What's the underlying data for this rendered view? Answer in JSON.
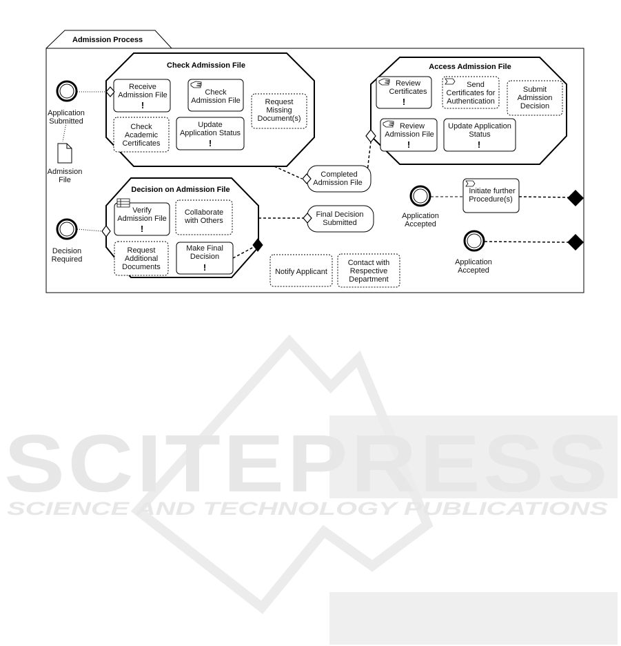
{
  "process": {
    "title": "Admission Process"
  },
  "groups": {
    "check": {
      "title": "Check Admission File"
    },
    "access": {
      "title": "Access Admission File"
    },
    "decision": {
      "title": "Decision on Admission File"
    }
  },
  "activities": {
    "receive": [
      "Receive",
      "Admission File"
    ],
    "check_file": [
      "Check",
      "Admission File"
    ],
    "request_missing": [
      "Request",
      "Missing",
      "Document(s)"
    ],
    "check_academic": [
      "Check",
      "Academic",
      "Certificates"
    ],
    "update_status_1": [
      "Update",
      "Application Status"
    ],
    "review_certs": [
      "Review",
      "Certificates"
    ],
    "send_certs": [
      "Send",
      "Certificates for",
      "Authentication"
    ],
    "submit_decision": [
      "Submit",
      "Admission",
      "Decision"
    ],
    "review_file": [
      "Review",
      "Admission File"
    ],
    "update_status_2": [
      "Update Application",
      "Status"
    ],
    "verify": [
      "Verify",
      "Admission File"
    ],
    "collaborate": [
      "Collaborate",
      "with Others"
    ],
    "request_additional": [
      "Request",
      "Additional",
      "Documents"
    ],
    "final_decision": [
      "Make Final",
      "Decision"
    ],
    "notify": [
      "Notify Applicant"
    ],
    "contact": [
      "Contact with",
      "Respective",
      "Department"
    ],
    "initiate": [
      "Initiate further",
      "Procedure(s)"
    ]
  },
  "events": {
    "app_submitted": [
      "Application",
      "Submitted"
    ],
    "decision_required": [
      "Decision",
      "Required"
    ],
    "app_accepted_1": [
      "Application",
      "Accepted"
    ],
    "app_accepted_2": [
      "Application",
      "Accepted"
    ]
  },
  "states": {
    "completed": [
      "Completed",
      "Admission File"
    ],
    "final_submitted": [
      "Final Decision",
      "Submitted"
    ]
  },
  "documents": {
    "admission_file": [
      "Admission",
      "File"
    ]
  },
  "urgent_mark": "!",
  "watermark": {
    "brand": "SCITEPRESS",
    "tagline": "SCIENCE AND TECHNOLOGY PUBLICATIONS"
  },
  "colors": {
    "stroke": "#000000",
    "watermark": "#e7e7e7",
    "fill": "#ffffff"
  }
}
